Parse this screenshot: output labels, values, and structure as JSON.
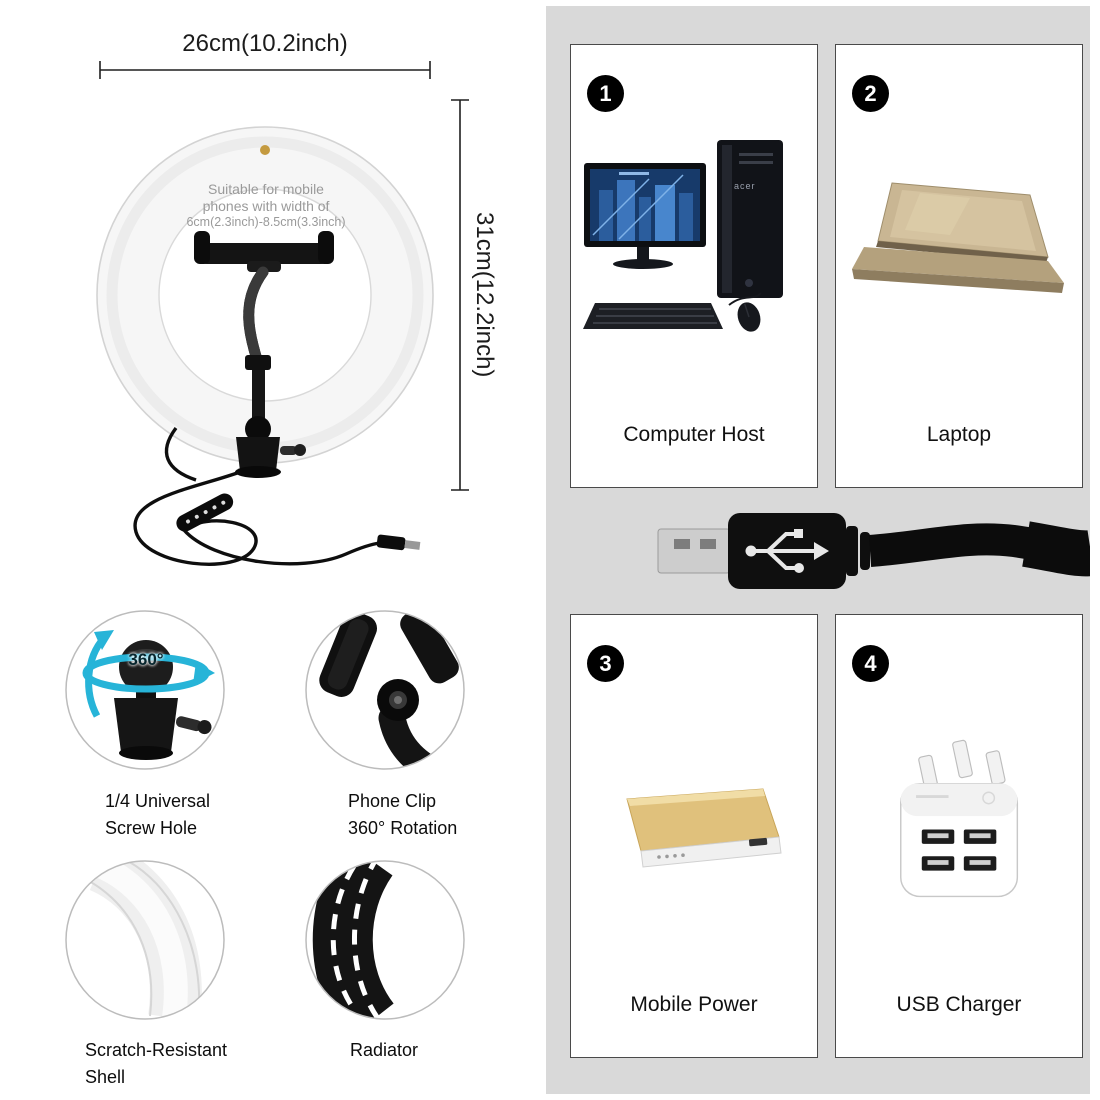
{
  "page": {
    "background": "#ffffff",
    "panel_background": "#d9d9d9"
  },
  "left": {
    "width_dim": "26cm(10.2inch)",
    "height_dim": "31cm(12.2inch)",
    "ring_note": {
      "line1": "Suitable for mobile",
      "line2": "phones with width of",
      "line3": "6cm(2.3inch)-8.5cm(3.3inch)"
    },
    "rotation_badge": "360°",
    "callouts": [
      {
        "line1": "1/4 Universal",
        "line2": "Screw Hole"
      },
      {
        "line1": "Phone Clip",
        "line2": "360° Rotation"
      },
      {
        "line1": "Scratch-Resistant",
        "line2": "Shell"
      },
      {
        "line1": "Radiator",
        "line2": ""
      }
    ]
  },
  "right": {
    "computer_brand": "acer",
    "items": [
      {
        "number": "1",
        "label": "Computer Host"
      },
      {
        "number": "2",
        "label": "Laptop"
      },
      {
        "number": "3",
        "label": "Mobile Power"
      },
      {
        "number": "4",
        "label": "USB Charger"
      }
    ]
  }
}
